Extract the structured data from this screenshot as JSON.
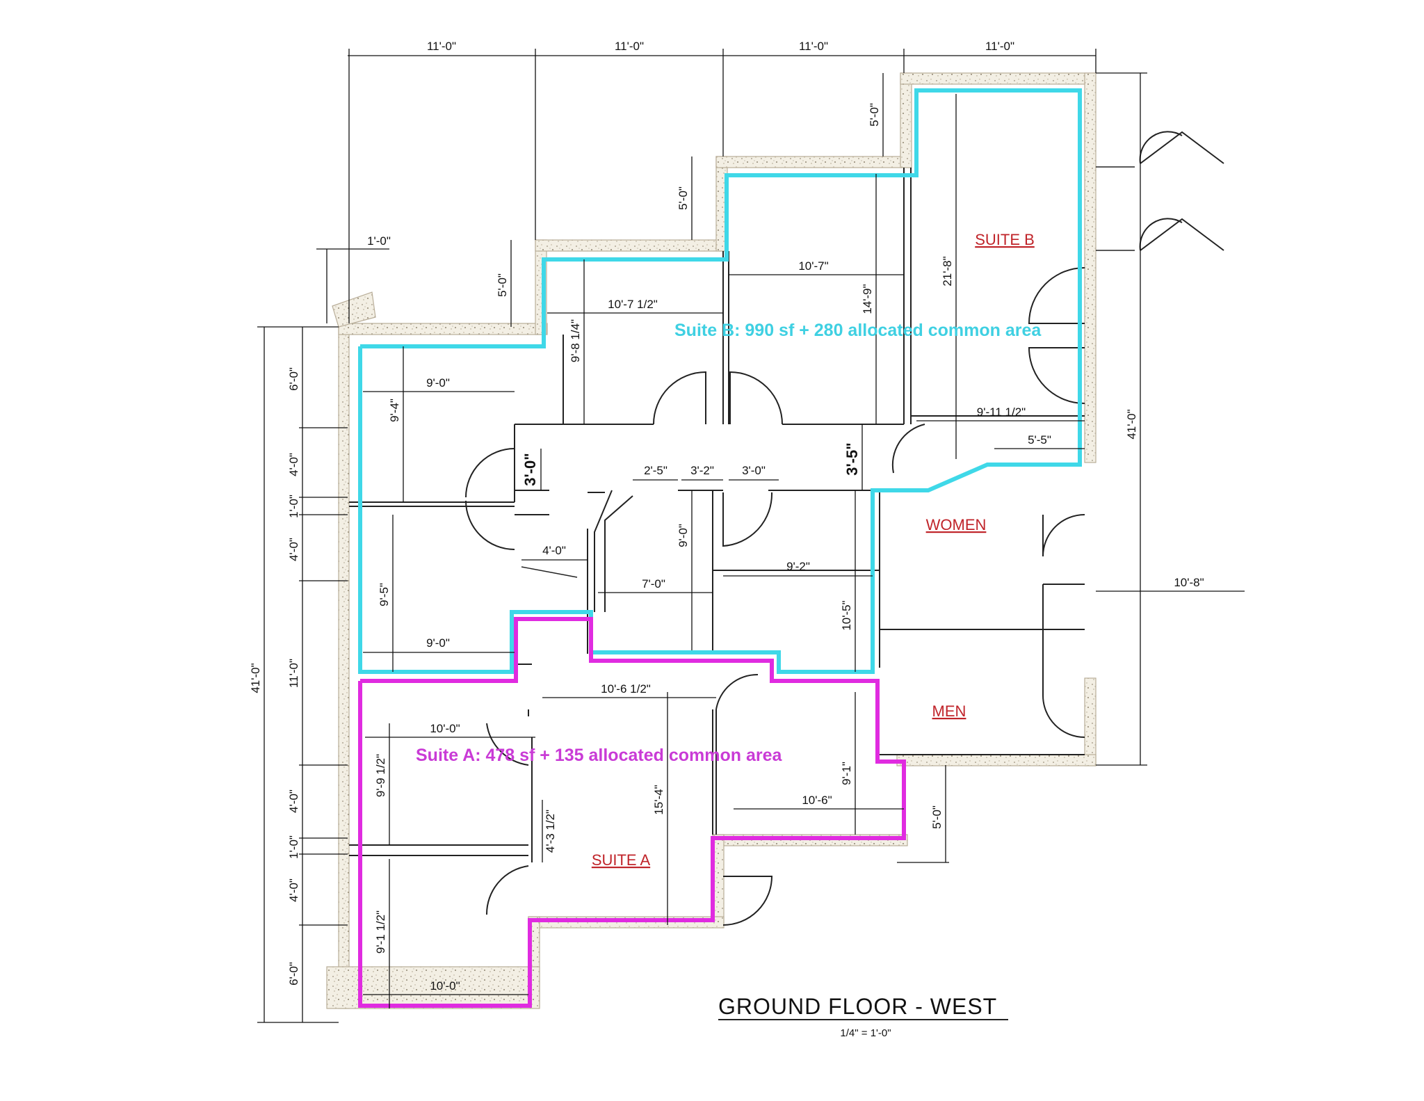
{
  "title": "GROUND  FLOOR - WEST",
  "scale": "1/4\" = 1'-0\"",
  "rooms": {
    "suite_b": "SUITE B",
    "suite_a": "SUITE A",
    "women": "WOMEN",
    "men": "MEN"
  },
  "notes": {
    "suite_b": "Suite B: 990 sf + 280 allocated common area",
    "suite_a": "Suite A: 478 sf + 135 allocated common area"
  },
  "colors": {
    "suite_b_outline": "#3fd8e8",
    "suite_a_outline": "#e02be0",
    "room_label": "#c0242a"
  },
  "dims": {
    "top_1": "11'-0\"",
    "top_2": "11'-0\"",
    "top_3": "11'-0\"",
    "top_4": "11'-0\"",
    "step_1": "1'-0\"",
    "rise_1": "5'-0\"",
    "rise_2": "5'-0\"",
    "rise_3": "5'-0\"",
    "r_10_7_5": "10'-7 1/2\"",
    "r_10_7": "10'-7\"",
    "r_14_9": "14'-9\"",
    "r_21_8": "21'-8\"",
    "r_9_8_25": "9'-8 1/4\"",
    "r_9_0_top": "9'-0\"",
    "r_9_4": "9'-4\"",
    "r_9_11_5": "9'-11 1/2\"",
    "r_5_5": "5'-5\"",
    "r_3_5": "3'-5\"",
    "r_3_0": "3'-0\"",
    "r_2_5": "2'-5\"",
    "r_3_2": "3'-2\"",
    "r_3_0b": "3'-0\"",
    "r_9_0_v": "9'-0\"",
    "r_4_0": "4'-0\"",
    "r_7_0": "7'-0\"",
    "r_9_2": "9'-2\"",
    "r_9_5": "9'-5\"",
    "r_9_0_bot": "9'-0\"",
    "r_10_5": "10'-5\"",
    "r_10_8": "10'-8\"",
    "r_41_0_right": "41'-0\"",
    "r_10_6_5": "10'-6 1/2\"",
    "r_10_0_top": "10'-0\"",
    "r_9_9_5": "9'-9 1/2\"",
    "r_15_4": "15'-4\"",
    "r_9_1": "9'-1\"",
    "r_10_6": "10'-6\"",
    "r_5_0_right": "5'-0\"",
    "r_4_3_5": "4'-3 1/2\"",
    "r_9_1_5": "9'-1 1/2\"",
    "r_10_0_bot": "10'-0\"",
    "l_6_0_top": "6'-0\"",
    "l_4_0_a": "4'-0\"",
    "l_1_0_a": "1'-0\"",
    "l_4_0_b": "4'-0\"",
    "l_11_0": "11'-0\"",
    "l_4_0_c": "4'-0\"",
    "l_1_0_b": "1'-0\"",
    "l_4_0_d": "4'-0\"",
    "l_6_0_bot": "6'-0\"",
    "l_41_0": "41'-0\""
  }
}
